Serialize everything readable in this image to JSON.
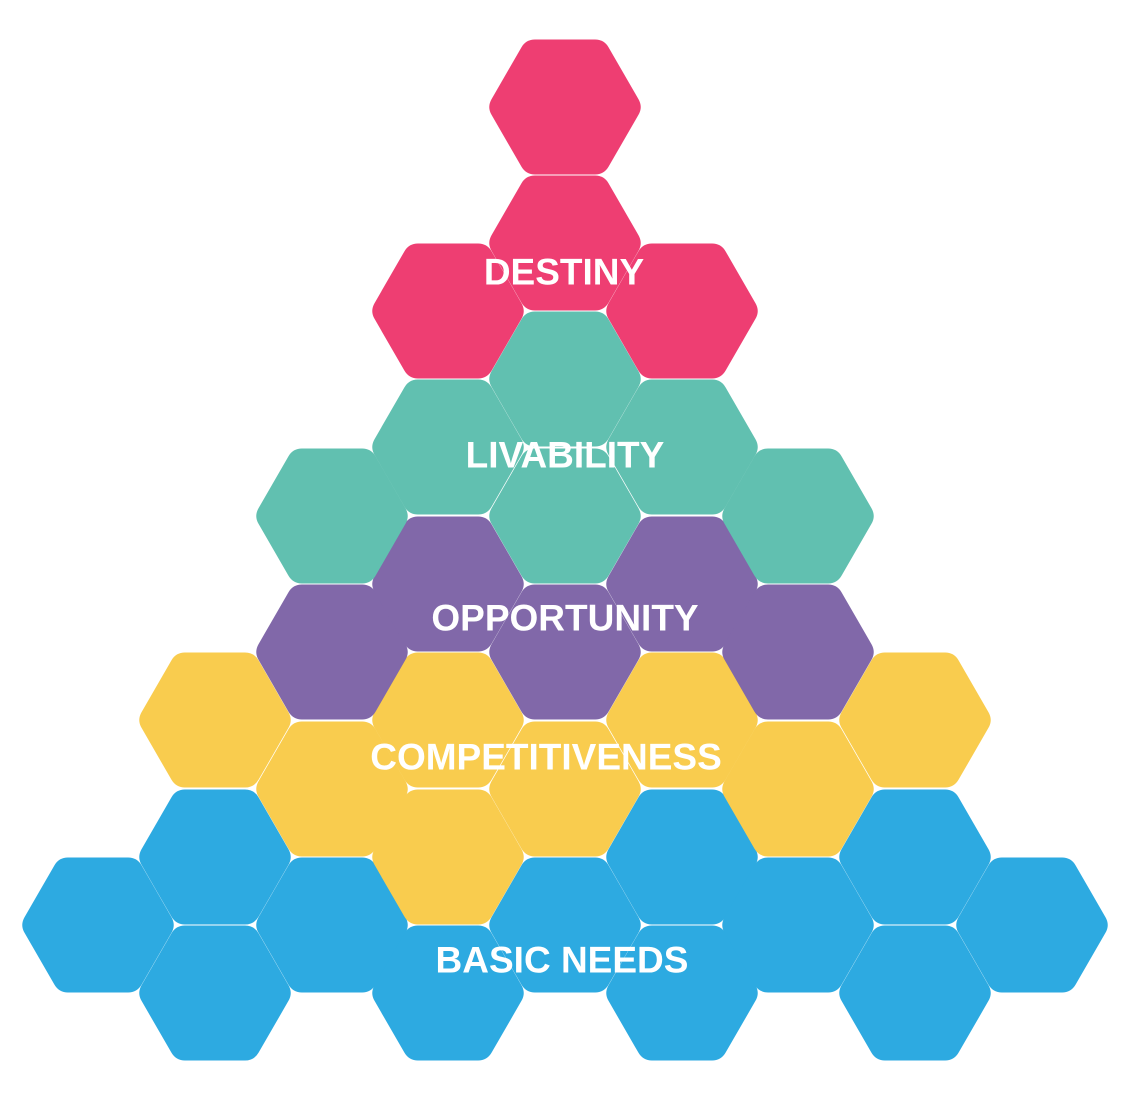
{
  "diagram": {
    "tiers": [
      {
        "id": "destiny",
        "label": "DESTINY",
        "color": "#EE3E72"
      },
      {
        "id": "livability",
        "label": "LIVABILITY",
        "color": "#61C0B0"
      },
      {
        "id": "opportunity",
        "label": "OPPORTUNITY",
        "color": "#8168A9"
      },
      {
        "id": "competitiveness",
        "label": "COMPETITIVENESS",
        "color": "#F9CC4E"
      },
      {
        "id": "basic-needs",
        "label": "BASIC NEEDS",
        "color": "#2DAAE1"
      }
    ]
  }
}
